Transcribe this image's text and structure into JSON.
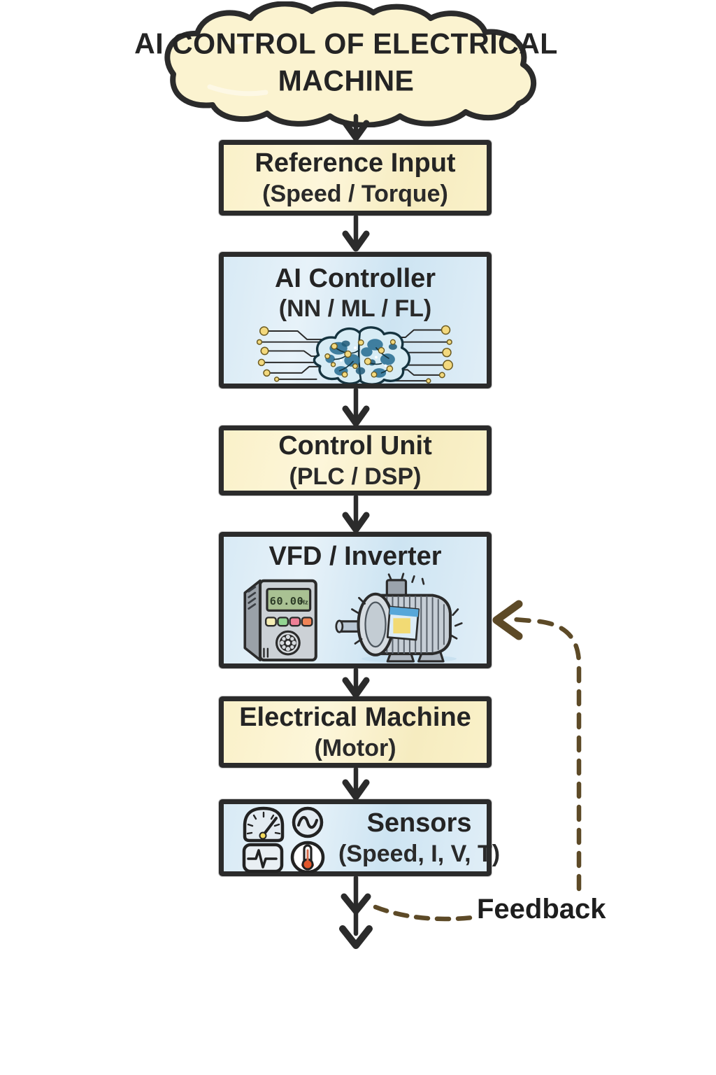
{
  "diagram": {
    "title": {
      "line1": "AI CONTROL OF ELECTRICAL",
      "line2": "MACHINE"
    },
    "flow": {
      "reference_input": {
        "title": "Reference Input",
        "subtitle": "(Speed / Torque)"
      },
      "ai_controller": {
        "title": "AI Controller",
        "subtitle": "(NN / ML / FL)"
      },
      "control_unit": {
        "title": "Control Unit",
        "subtitle": "(PLC / DSP)"
      },
      "vfd_inverter": {
        "title": "VFD / Inverter",
        "display_value": "60.00",
        "display_unit": "Hz"
      },
      "electrical_machine": {
        "title": "Electrical Machine",
        "subtitle": "(Motor)"
      },
      "sensors": {
        "title": "Sensors",
        "subtitle": "(Speed, I, V, T)"
      }
    },
    "feedback": {
      "label": "Feedback"
    },
    "icons": {
      "ai_controller": "brain-circuit-icon",
      "vfd_inverter": [
        "vfd-drive-icon",
        "electric-motor-icon"
      ],
      "sensors": [
        "speedometer-icon",
        "sine-wave-icon",
        "pulse-waveform-icon",
        "thermometer-icon"
      ]
    },
    "colors": {
      "background": "#FFFFFF",
      "ink": "#2B2B2B",
      "cloud_fill": "#FBF3D0",
      "yellow_box": "#FAF1C9",
      "blue_box": "#D8EAF5",
      "feedback_brown": "#5D4A27",
      "node_yellow": "#F3D97E",
      "brain_teal": "#2F7396",
      "display_green": "#A9C193",
      "button_yellow": "#F5EDB5",
      "button_green": "#92D492",
      "button_pink": "#EE7F96",
      "button_orange": "#EF8457",
      "thermometer_red": "#E2562B"
    }
  }
}
